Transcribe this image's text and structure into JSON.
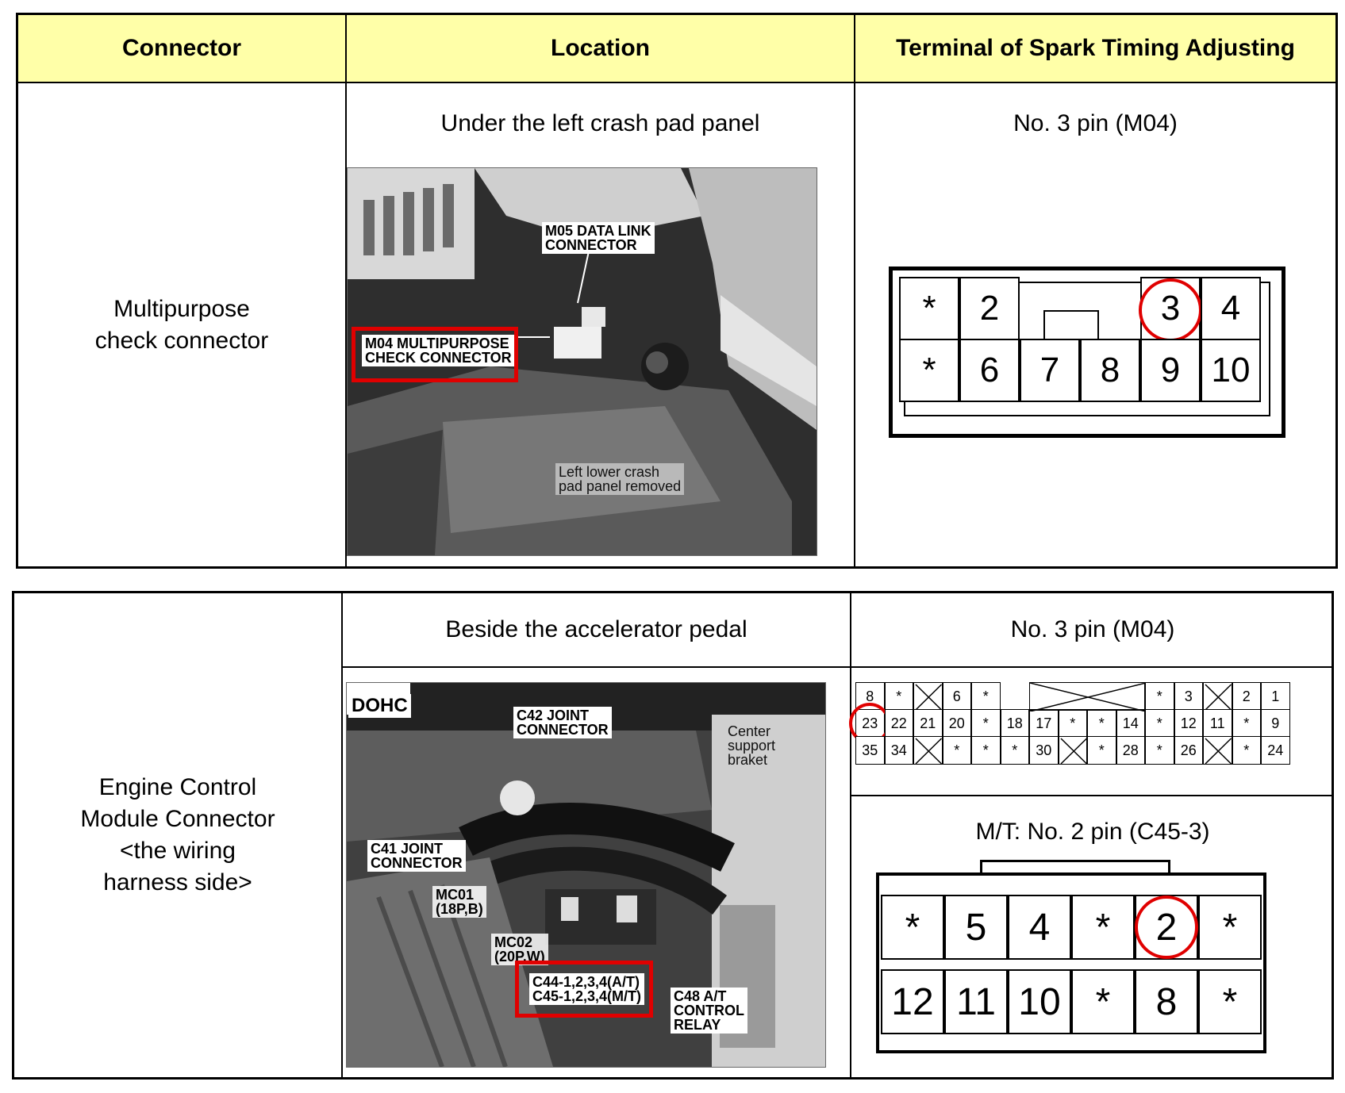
{
  "header": {
    "connector": "Connector",
    "location": "Location",
    "terminal": "Terminal of Spark Timing Adjusting"
  },
  "row1": {
    "connector_label": "Multipurpose\ncheck connector",
    "location_text": "Under the left crash pad panel",
    "terminal_text": "No. 3 pin (M04)",
    "photo_callouts": {
      "data_link": "M05 DATA LINK\nCONNECTOR",
      "multipurpose": "M04 MULTIPURPOSE\nCHECK CONNECTOR",
      "removed": "Left lower crash\npad panel removed"
    },
    "pins_top": [
      "*",
      "2",
      "3",
      "4"
    ],
    "pins_bottom": [
      "*",
      "6",
      "7",
      "8",
      "9",
      "10"
    ],
    "highlighted_pin": "3"
  },
  "row2": {
    "connector_label": "Engine Control\nModule Connector\n<the wiring\nharness side>",
    "location_text": "Beside the accelerator pedal",
    "terminal_text_1": "No. 3 pin (M04)",
    "terminal_text_2": "M/T: No. 2 pin (C45-3)",
    "photo_callouts": {
      "dohc": "DOHC",
      "c42": "C42 JOINT\nCONNECTOR",
      "center": "Center\nsupport\nbraket",
      "c41": "C41 JOINT\nCONNECTOR",
      "mc01": "MC01\n(18P,B)",
      "mc02": "MC02\n(20P,W)",
      "c44c45": "C44-1,2,3,4(A/T)\nC45-1,2,3,4(M/T)",
      "c48": "C48 A/T\nCONTROL\nRELAY"
    },
    "ecm_rows": [
      [
        "8",
        "*",
        "X",
        "6",
        "*",
        "",
        "",
        "",
        "",
        "",
        "*",
        "3",
        "X",
        "2",
        "1"
      ],
      [
        "23",
        "22",
        "21",
        "20",
        "*",
        "18",
        "17",
        "*",
        "*",
        "14",
        "*",
        "12",
        "11",
        "*",
        "9"
      ],
      [
        "35",
        "34",
        "X",
        "*",
        "*",
        "*",
        "30",
        "X",
        "*",
        "28",
        "*",
        "26",
        "X",
        "*",
        "24"
      ]
    ],
    "highlighted_ecm_pin": "23",
    "c45_top": [
      "*",
      "5",
      "4",
      "*",
      "2",
      "*"
    ],
    "c45_bottom": [
      "12",
      "11",
      "10",
      "*",
      "8",
      "*"
    ],
    "highlighted_c45_pin": "2"
  },
  "colors": {
    "header_bg": "#ffffa8",
    "highlight": "#e00000"
  }
}
